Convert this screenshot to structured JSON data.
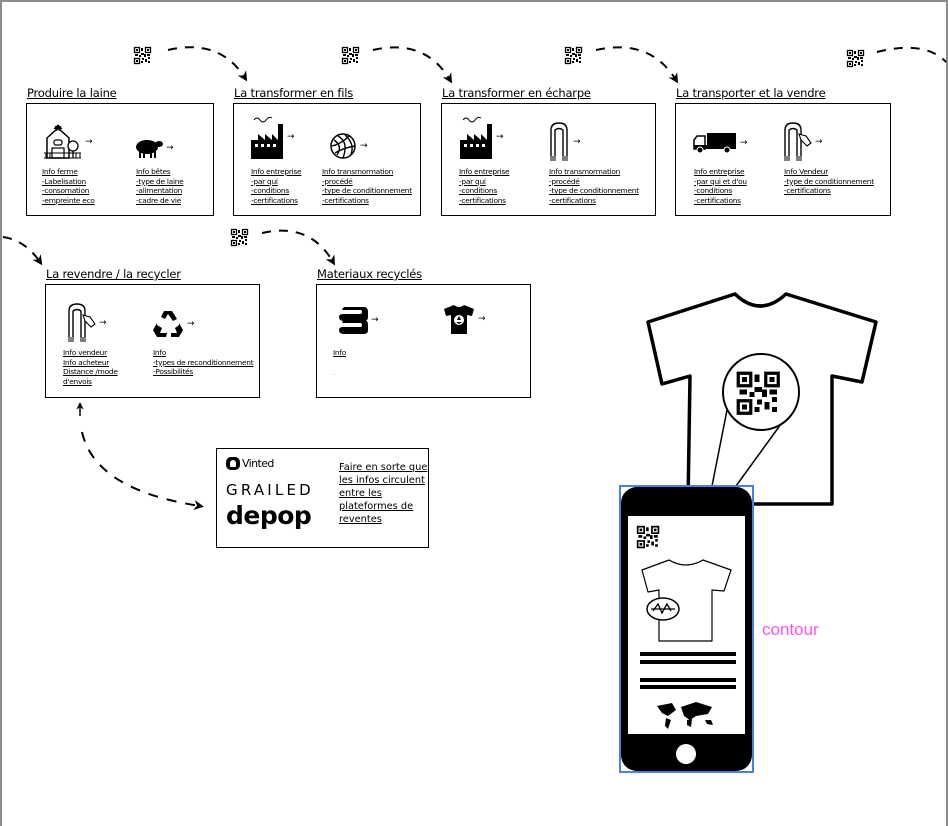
{
  "stages": [
    {
      "title": "Produire la laine",
      "icons": [
        "farm-icon",
        "sheep-icon"
      ],
      "columns": [
        {
          "lines": [
            "Info ferme",
            "-Labelisation",
            "-consomation",
            "-empreinte eco"
          ]
        },
        {
          "lines": [
            "Info bêtes",
            "-type de laine",
            "-alimentation",
            "-cadre de vie"
          ]
        }
      ]
    },
    {
      "title": "La transformer en fils",
      "icons": [
        "factory-icon",
        "wool-ball-icon"
      ],
      "columns": [
        {
          "lines": [
            "Info entreprise",
            "-par qui",
            "-conditions",
            "-certifications"
          ]
        },
        {
          "lines": [
            "Info transmormation",
            "-procédé",
            "-type de conditionnement",
            "-certifications"
          ]
        }
      ]
    },
    {
      "title": "La transformer en écharpe",
      "icons": [
        "factory-icon",
        "scarf-icon"
      ],
      "columns": [
        {
          "lines": [
            "Info entreprise",
            "-par qui",
            "-conditions",
            "-certifications"
          ]
        },
        {
          "lines": [
            "Info transmormation",
            "-procédé",
            "-type de conditionnement",
            "-certifications"
          ]
        }
      ]
    },
    {
      "title": "La transporter et la vendre",
      "icons": [
        "truck-icon",
        "scarf-tag-icon"
      ],
      "columns": [
        {
          "lines": [
            "Info entreprise",
            "-par qui et d'ou",
            "-conditions",
            "-certifications"
          ]
        },
        {
          "lines": [
            "Info Vendeur",
            "-type de conditionnement",
            "-certifications"
          ]
        }
      ]
    },
    {
      "title": "La revendre / la recycler",
      "icons": [
        "scarf-tag-icon",
        "recycle-icon"
      ],
      "columns": [
        {
          "lines": [
            "Info vendeur",
            "Info acheteur",
            "Distance /mode",
            "d'envois"
          ]
        },
        {
          "lines": [
            "Info",
            "-types de reconditionnement",
            "-Possibilités"
          ]
        }
      ]
    },
    {
      "title": "Materiaux recyclés",
      "icons": [
        "folded-clothes-icon",
        "recycled-tshirt-icon"
      ],
      "columns": [
        {
          "lines": [
            "Info",
            "."
          ]
        },
        {
          "lines": []
        }
      ]
    }
  ],
  "arrow_symbol": "→",
  "platforms": {
    "brands": [
      "Vinted",
      "GRAILED",
      "depop"
    ],
    "note": [
      "Faire en sorte que",
      "les infos circulent",
      "entre les",
      "plateformes de",
      "reventes"
    ]
  },
  "annotation": {
    "label": "contour",
    "color": "#ff55ee",
    "selection_color": "#4a7fe6"
  }
}
